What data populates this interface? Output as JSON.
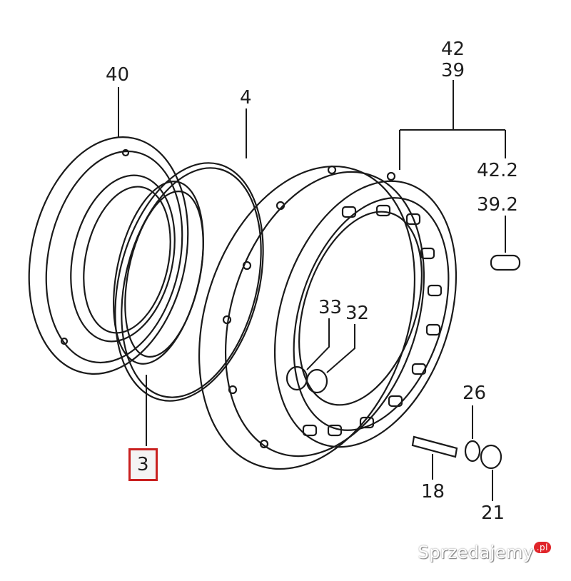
{
  "labels": {
    "p40": "40",
    "p4": "4",
    "p42": "42",
    "p39": "39",
    "p42_2": "42.2",
    "p39_2": "39.2",
    "p33": "33",
    "p32": "32",
    "p3": "3",
    "p26": "26",
    "p18": "18",
    "p21": "21"
  },
  "watermark": {
    "text": "Sprzedajemy",
    "suffix": ".pl"
  },
  "colors": {
    "line": "#1a1a1a",
    "highlight": "#c9201f"
  }
}
